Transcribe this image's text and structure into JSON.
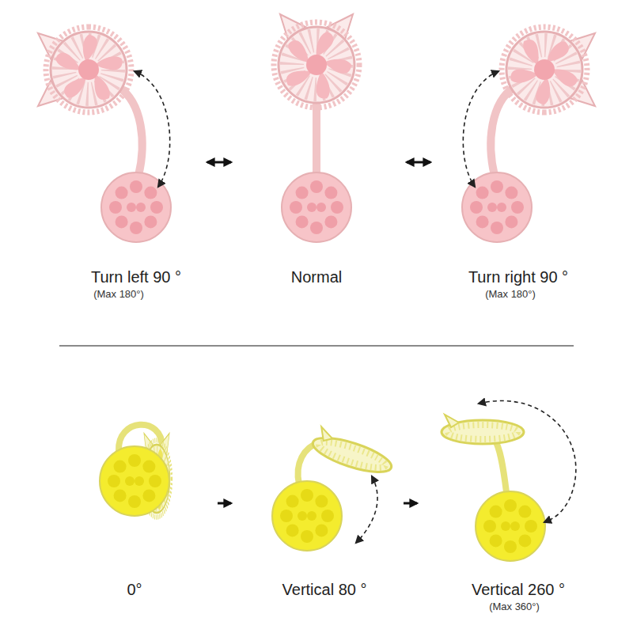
{
  "diagram": {
    "labels": [
      "Turn left 90 °",
      "(Max 180°)",
      "Normal",
      "Turn right 90 °",
      "(Max 180°)",
      "0°",
      "Vertical 80 °",
      "Vertical 260 °",
      "(Max 360°)"
    ]
  }
}
